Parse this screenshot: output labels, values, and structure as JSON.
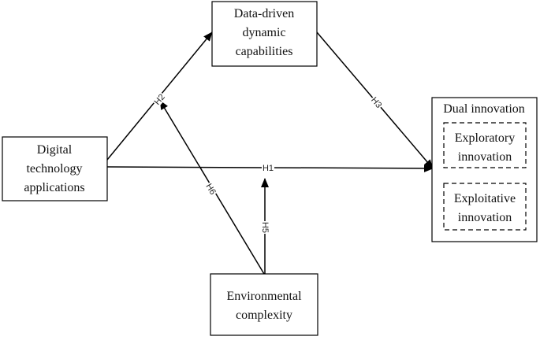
{
  "diagram": {
    "nodes": {
      "digital": {
        "lines": [
          "Digital",
          "technology",
          "applications"
        ]
      },
      "data_driven": {
        "lines": [
          "Data-driven",
          "dynamic",
          "capabilities"
        ]
      },
      "environmental": {
        "lines": [
          "Environmental",
          "complexity"
        ]
      },
      "dual": {
        "title": "Dual innovation",
        "exploratory": {
          "lines": [
            "Exploratory",
            "innovation"
          ]
        },
        "exploitative": {
          "lines": [
            "Exploitative",
            "innovation"
          ]
        }
      }
    },
    "hypotheses": {
      "h1": "H1",
      "h2": "H2",
      "h3": "H3",
      "h5": "H5",
      "h6": "H6"
    }
  }
}
